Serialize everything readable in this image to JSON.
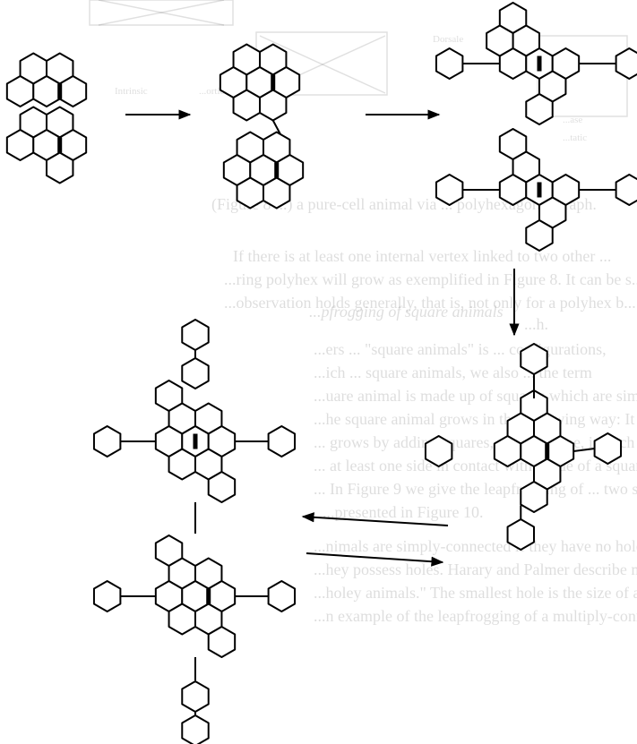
{
  "ghost_text": [
    "(Figure 8 ...) a pure-cell animal via ... polyhexagonal graph.",
    "If there is at least one internal vertex linked to two other ...",
    "...ring polyhex will grow as exemplified in Figure 8. It can be s...",
    "...observation holds generally, that is, not only for a polyhex b...",
    "...h.",
    "...pfrogging of square animals",
    "...ers ... \"square animals\" is ... configurations,",
    "...ich ... square animals, we also ... the term",
    "...uare animal is made up of squares which are simply or mu...",
    "...he square animal grows in the following way: It starts wit...",
    "... grows by adding squares, one at a time, in such a way th...",
    "... at least one side in contact with a side of a square already",
    "... In Figure 9 we give the leapfrogging of ... two square anima...",
    "...presented in Figure 10.",
    "...nimals are simply-connected if they have no holes and mu...",
    "...hey possess holes. Harary and Palmer describe multiply-connec...",
    "...holey animals.\" The smallest hole is the size of a square. In",
    "...n example of the leapfrogging of a multiply-connected square a..."
  ],
  "ghost_labels": [
    "Dorsale",
    "Intrinsic",
    "...ortical",
    "...ase",
    "...tatic"
  ],
  "figure": {
    "stages": [
      {
        "name": "stage-1",
        "description": "pair of naphthalene-like triplets"
      },
      {
        "name": "stage-2",
        "description": "two clusters joined by a single bond"
      },
      {
        "name": "stage-3a",
        "description": "cluster with pendant hexagons"
      },
      {
        "name": "stage-3b",
        "description": "cluster with pendant hexagons and bonds"
      },
      {
        "name": "stage-4",
        "description": "cluster with detached hexagon"
      },
      {
        "name": "stage-5",
        "description": "large cross-shaped polyhex"
      }
    ],
    "arrows": [
      "stage-1→stage-2",
      "stage-2→stage-3",
      "stage-3→stage-4",
      "stage-4→stage-5",
      "stage-5→stage-4"
    ]
  },
  "colors": {
    "stroke": "#000000",
    "background": "#ffffff",
    "ghost": "#000000"
  }
}
